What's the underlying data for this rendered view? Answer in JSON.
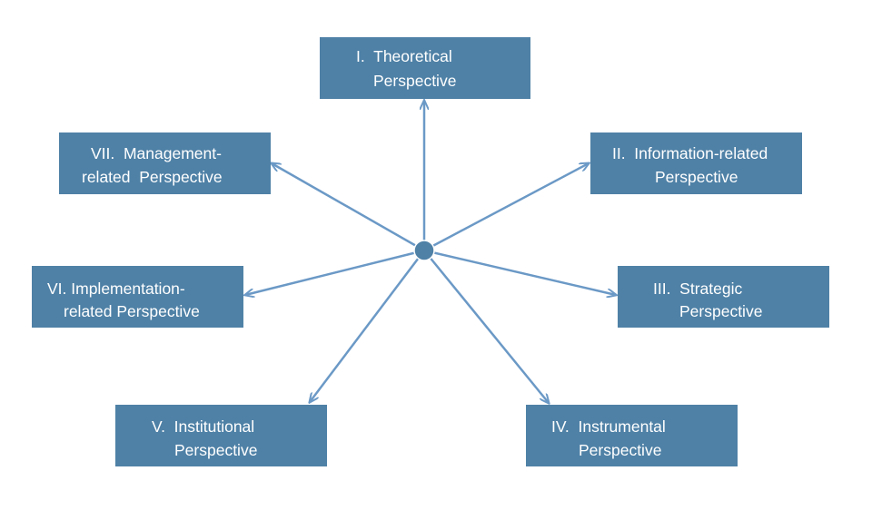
{
  "colors": {
    "node_fill": "#4f81a6",
    "connector": "#6b99c6",
    "hub": "#4f81a6",
    "node_text": "#ffffff"
  },
  "hub": {
    "shape": "filled-circle"
  },
  "nodes": [
    {
      "id": "theoretical",
      "lines": [
        "I.  Theoretical",
        "Perspective"
      ]
    },
    {
      "id": "information",
      "lines": [
        "II.  Information-related",
        "Perspective"
      ]
    },
    {
      "id": "strategic",
      "lines": [
        "III.  Strategic",
        "Perspective"
      ]
    },
    {
      "id": "instrumental",
      "lines": [
        "IV.  Instrumental",
        "Perspective"
      ]
    },
    {
      "id": "institutional",
      "lines": [
        "V.  Institutional",
        "Perspective"
      ]
    },
    {
      "id": "implementation",
      "lines": [
        "VI. Implementation-",
        "related Perspective"
      ]
    },
    {
      "id": "management",
      "lines": [
        "VII.  Management-",
        "related  Perspective"
      ]
    }
  ]
}
